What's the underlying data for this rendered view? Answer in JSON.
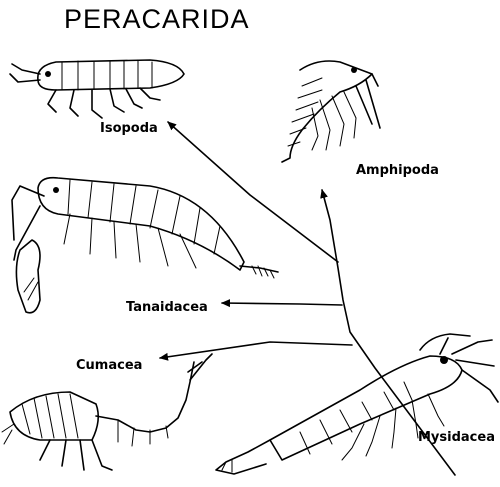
{
  "title": "PERACARIDA",
  "labels": {
    "isopoda": "Isopoda",
    "amphipoda": "Amphipoda",
    "tanaidacea": "Tanaidacea",
    "cumacea": "Cumacea",
    "mysidacea": "Mysidacea"
  }
}
